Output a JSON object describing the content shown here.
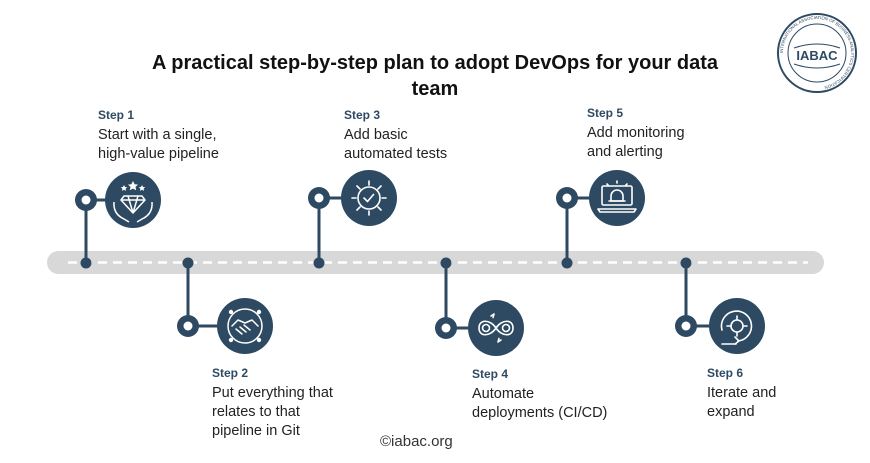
{
  "title": "A practical step-by-step plan to adopt DevOps for your data team",
  "logo": {
    "text": "IABAC",
    "ring_text": "INTERNATIONAL ASSOCIATION OF BUSINESS ANALYTICS CERTIFICATION"
  },
  "colors": {
    "navy": "#2e4a63",
    "track": "#d8d8d8",
    "dash": "#ffffff",
    "icon": "#ffffff"
  },
  "steps": [
    {
      "label": "Step 1",
      "text_lines": [
        "Start with a single,",
        "high-value pipeline"
      ],
      "icon": "diamond-hands-icon"
    },
    {
      "label": "Step 2",
      "text_lines": [
        "Put everything that",
        "relates to that",
        "pipeline in Git"
      ],
      "icon": "handshake-icon"
    },
    {
      "label": "Step 3",
      "text_lines": [
        "Add basic",
        "automated tests"
      ],
      "icon": "gear-check-icon"
    },
    {
      "label": "Step 4",
      "text_lines": [
        "Automate",
        "deployments (CI/CD)"
      ],
      "icon": "infinity-gear-icon"
    },
    {
      "label": "Step 5",
      "text_lines": [
        "Add monitoring",
        "and alerting"
      ],
      "icon": "laptop-alarm-icon"
    },
    {
      "label": "Step 6",
      "text_lines": [
        "Iterate and",
        "expand"
      ],
      "icon": "cycle-gear-icon"
    }
  ],
  "footer": "©iabac.org"
}
